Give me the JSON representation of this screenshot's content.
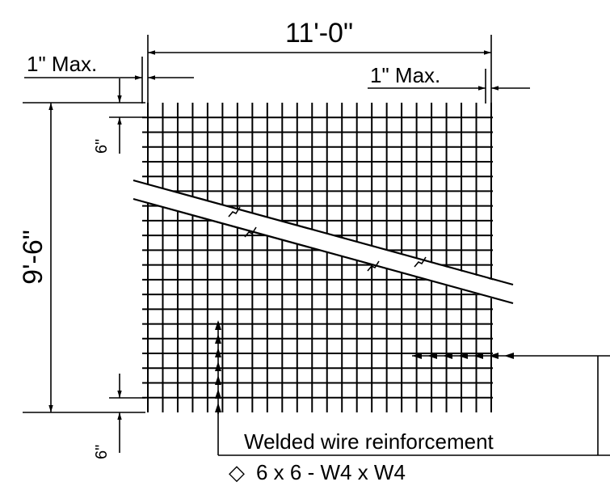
{
  "dimensions": {
    "overall_width": "11'-0\"",
    "overall_height": "9'-6\"",
    "end_max_left": "1\" Max.",
    "end_max_right": "1\" Max.",
    "spacing_top": "6\"",
    "spacing_bottom": "6\""
  },
  "callout": {
    "label": "Welded wire reinforcement",
    "spec_symbol": "◇",
    "spec": "6 x 6 - W4 x W4"
  }
}
